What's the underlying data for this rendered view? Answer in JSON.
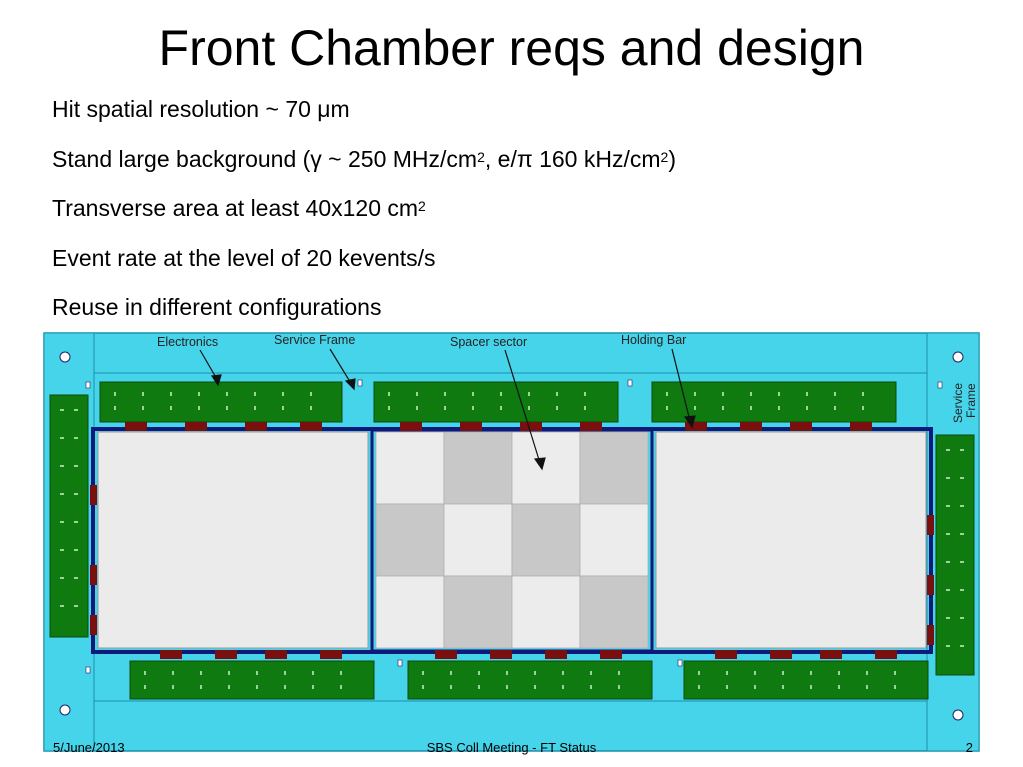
{
  "slide": {
    "title": "Front Chamber reqs and design",
    "bullets": [
      {
        "parts": [
          {
            "t": "Hit spatial resolution ~ 70 μm"
          }
        ]
      },
      {
        "parts": [
          {
            "t": "Stand large background (γ ~ 250 MHz/cm"
          },
          {
            "t": "2",
            "sup": true
          },
          {
            "t": ", e/π 160 kHz/cm"
          },
          {
            "t": "2",
            "sup": true
          },
          {
            "t": ")"
          }
        ]
      },
      {
        "parts": [
          {
            "t": "Transverse area at least 40x120 cm"
          },
          {
            "t": "2",
            "sup": true
          }
        ]
      },
      {
        "parts": [
          {
            "t": "Event rate at the level of 20 kevents/s"
          }
        ]
      },
      {
        "parts": [
          {
            "t": "Reuse in different configurations"
          }
        ]
      }
    ]
  },
  "diagram": {
    "labels": {
      "electronics": "Electronics",
      "service_frame": "Service Frame",
      "spacer_sector": "Spacer sector",
      "holding_bar": "Holding Bar",
      "service_frame_vertical_1": "Service",
      "service_frame_vertical_2": "Frame"
    },
    "colors": {
      "frame": "#46d4ea",
      "frame_border": "#1a8fae",
      "electronics": "#0f7a0f",
      "panel": "#ebebeb",
      "spacer_dark": "#c8c8c8",
      "spacer_light": "#ececec",
      "border_navy": "#10187a",
      "connector_red": "#7a0f0f"
    }
  },
  "footer": {
    "date": "5/June/2013",
    "center": "SBS Coll Meeting - FT Status",
    "page": "2"
  }
}
